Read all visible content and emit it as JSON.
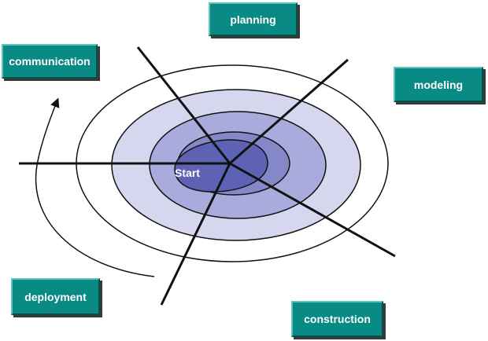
{
  "phases": {
    "planning": "planning",
    "communication": "communication",
    "modeling": "modeling",
    "deployment": "deployment",
    "construction": "construction"
  },
  "center": {
    "start": "Start"
  },
  "colors": {
    "box_fill": "#0a8a84",
    "box_text": "#ffffff",
    "ring_1": "#d6d7ef",
    "ring_2": "#a8abdb",
    "ring_3": "#8488c9",
    "ring_4": "#5e62b4",
    "line": "#111111"
  }
}
